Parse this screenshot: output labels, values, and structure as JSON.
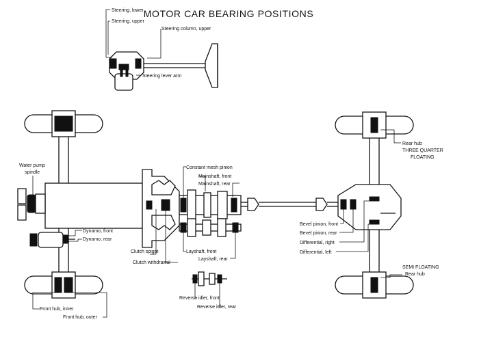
{
  "title": "MOTOR CAR BEARING POSITIONS",
  "labels": {
    "steering_lower": "Steering, lower",
    "steering_upper": "Steering, upper",
    "steering_column_upper": "Steering column, upper",
    "steering_lever_arm": "Steering lever arm",
    "water_pump_spindle_1": "Water pump",
    "water_pump_spindle_2": "spindle",
    "dynamo_front": "Dynamo, front",
    "dynamo_rear": "Dynamo, rear",
    "clutch_spigot": "Clutch spigot",
    "clutch_withdrawal": "Clutch withdrawal",
    "constant_mesh_pinion": "Constant mesh pinion",
    "mainshaft_front": "Mainshaft, front",
    "mainshaft_rear": "Mainshaft, rear",
    "layshaft_front": "Layshaft, front",
    "layshaft_rear": "Layshaft, rear",
    "reverse_idler_front": "Reverse idler, front",
    "reverse_idler_rear": "Reverse idler, rear",
    "rear_hub_top": "Rear hub",
    "three_quarter": "THREE QUARTER",
    "floating": "FLOATING",
    "bevel_pinion_front": "Bevel pinion, front",
    "bevel_pinion_rear": "Bevel pinion, rear",
    "differential_right": "Differential, right",
    "differential_left": "Differential, left",
    "semi_floating": "SEMI FLOATING",
    "rear_hub_bottom": "Rear hub",
    "front_hub_inner": "Front hub, inner",
    "front_hub_outer": "Front hub, outer"
  }
}
